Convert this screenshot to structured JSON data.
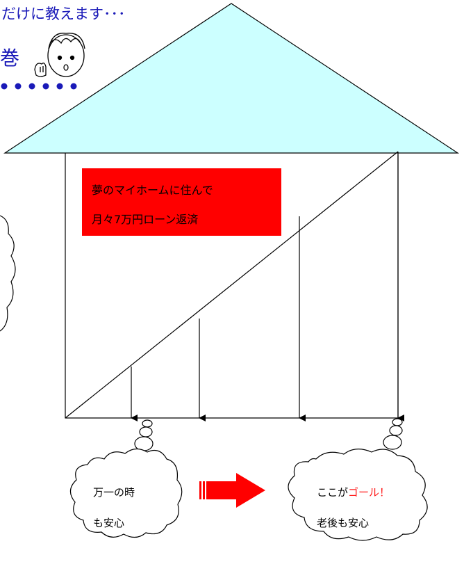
{
  "header": {
    "line1": "だけに教えます･･･",
    "line2": "巻"
  },
  "loan_box": {
    "line1": "夢のマイホームに住んで",
    "line2": "月々7万円ローン返済"
  },
  "cloud_left": {
    "line1": "万一の時",
    "line2": "も安心"
  },
  "cloud_right": {
    "line1_prefix": "ここが",
    "line1_accent": "ゴール！",
    "line2": "老後も安心"
  },
  "colors": {
    "roof": "#ccffff",
    "loan_box": "#ff0000",
    "arrow": "#ff0000",
    "accent_text": "#ff1a1a",
    "header_text": "#1a1ab8"
  }
}
